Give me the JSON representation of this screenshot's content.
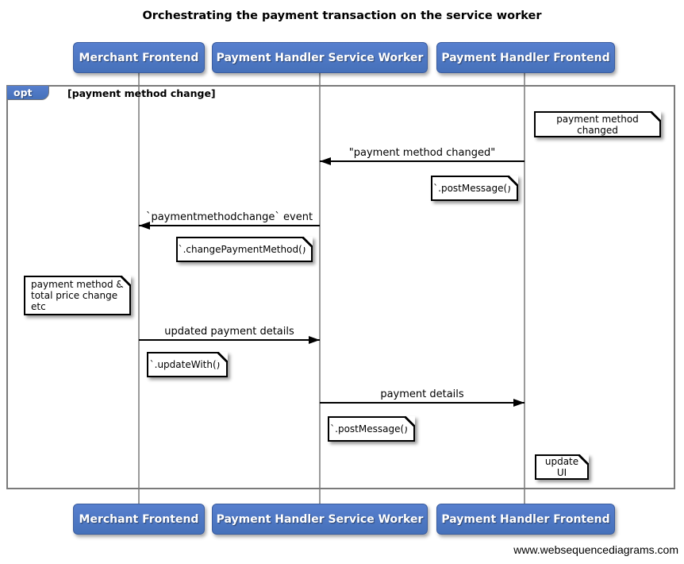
{
  "title": "Orchestrating the payment transaction on the service worker",
  "actors": {
    "merchant": "Merchant Frontend",
    "service_worker": "Payment Handler Service Worker",
    "ph_frontend": "Payment Handler Frontend"
  },
  "opt_frame": {
    "operator": "opt",
    "guard": "[payment method change]"
  },
  "messages": {
    "m1": "\"payment method changed\"",
    "m2": "`paymentmethodchange` event",
    "m3": "updated payment details",
    "m4": "payment details"
  },
  "notes": {
    "n1": "payment method changed",
    "n2": "`.postMessage()`",
    "n3": "`.changePaymentMethod()`",
    "n4": "payment method &\ntotal price change etc",
    "n5": "`.updateWith()`",
    "n6": "`.postMessage()`",
    "n7": "update UI"
  },
  "footer": "www.websequencediagrams.com",
  "colors": {
    "actor_fill": "#4d79c7",
    "actor_border": "#3a5c9e",
    "actor_text": "#ffffff",
    "lifeline": "#9a9a9a",
    "frame_border": "#7a7a7a",
    "arrow": "#000000",
    "note_fill": "#ffffff",
    "note_border": "#000000",
    "background": "#ffffff"
  }
}
